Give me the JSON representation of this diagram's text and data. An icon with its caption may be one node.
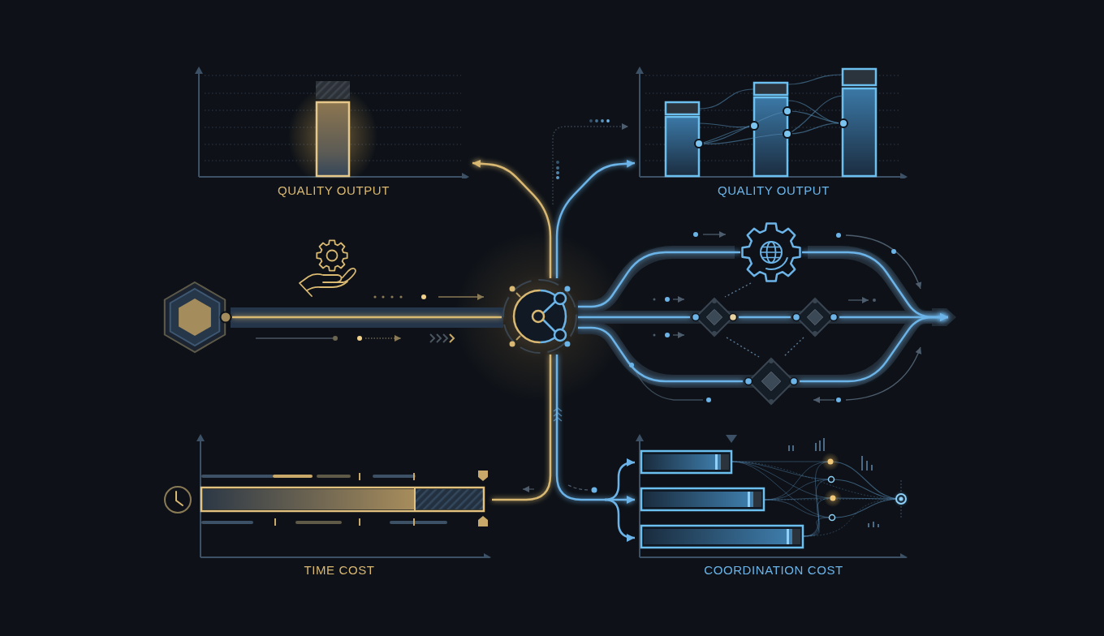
{
  "diagram": {
    "nodes": [
      {
        "text": [
          "QUALITY OUTPUT"
        ]
      },
      {
        "text": [
          "QUALITY OUTPUT"
        ]
      },
      {
        "text": [],
        "shape": "gear"
      },
      {
        "text": [],
        "shape": "hexagon"
      },
      {
        "text": [],
        "shape": "circle"
      },
      {
        "text": [],
        "shape": "diamond"
      },
      {
        "text": [],
        "shape": "diamond"
      },
      {
        "text": [],
        "shape": "diamond"
      },
      {
        "text": [
          "TIME COST"
        ]
      },
      {
        "text": [
          "COORDINATION COST"
        ]
      }
    ],
    "edges": [
      {
        "from": 3,
        "to": 4,
        "arrow": "none",
        "color": "#d9b872"
      },
      {
        "from": 4,
        "to": 0,
        "arrow": "to",
        "color": "#d9b872"
      },
      {
        "from": 4,
        "to": 1,
        "arrow": "to"
      },
      {
        "from": 4,
        "to": 2,
        "arrow": "none"
      },
      {
        "from": 4,
        "to": 5,
        "arrow": "none"
      },
      {
        "from": 5,
        "to": 6,
        "arrow": "none"
      },
      {
        "from": 4,
        "to": 7,
        "arrow": "none"
      },
      {
        "from": 2,
        "to": null,
        "arrow": "to"
      },
      {
        "from": 6,
        "to": null,
        "arrow": "to"
      },
      {
        "from": 7,
        "to": null,
        "arrow": "to"
      },
      {
        "from": 4,
        "to": 8,
        "arrow": "none",
        "color": "#d9b872"
      },
      {
        "from": 4,
        "to": 9,
        "arrow": "to"
      },
      {
        "from": 2,
        "to": 5,
        "arrow": "none",
        "style": "dashed",
        "color": "#5b7a96"
      },
      {
        "from": 5,
        "to": 7,
        "arrow": "none",
        "style": "dashed",
        "color": "#5b7a96"
      },
      {
        "from": 6,
        "to": 7,
        "arrow": "none",
        "style": "dashed",
        "color": "#5b7a96"
      }
    ]
  }
}
